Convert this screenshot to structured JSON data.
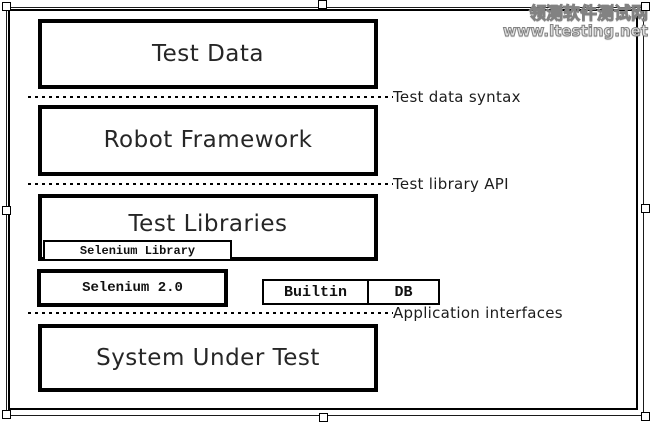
{
  "watermark": {
    "site_name": "领测软件测试网",
    "site_url": "www.ltesting.net"
  },
  "diagram": {
    "layers": {
      "test_data": "Test Data",
      "robot_framework": "Robot Framework",
      "test_libraries": "Test Libraries",
      "system_under_test": "System Under Test"
    },
    "sub_boxes": {
      "selenium_library": "Selenium Library",
      "selenium_2": "Selenium 2.0",
      "builtin": "Builtin",
      "db": "DB"
    },
    "interfaces": {
      "test_data_syntax": "Test data syntax",
      "test_library_api": "Test library API",
      "application_interfaces": "Application interfaces"
    },
    "colors": {
      "line": "#000000",
      "text": "#262626",
      "watermark_fill": "#e2e2e2",
      "watermark_outline": "#828282"
    }
  }
}
